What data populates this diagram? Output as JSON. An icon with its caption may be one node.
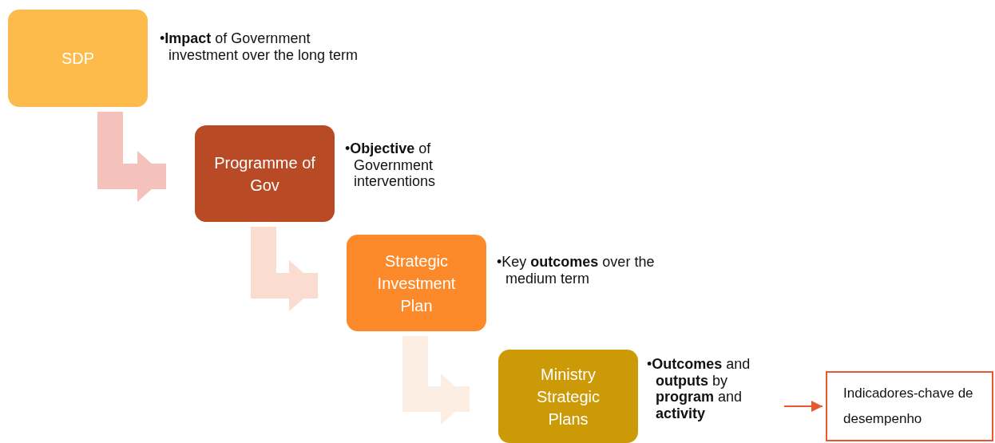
{
  "diagram": {
    "nodes": [
      {
        "text": [
          "SDP"
        ],
        "beside": [
          "•**Impact** of Government investment over the long term"
        ]
      },
      {
        "text": [
          "Programme of Gov"
        ],
        "beside": [
          "•**Objective** of Government interventions"
        ]
      },
      {
        "text": [
          "Strategic Investment Plan"
        ],
        "beside": [
          "•Key **outcomes** over the medium term"
        ]
      },
      {
        "text": [
          "Ministry Strategic Plans"
        ],
        "beside": [
          "•**Outcomes** and **outputs** by **program** and **activity**"
        ]
      },
      {
        "text": [
          "Indicadores-chave de desempenho"
        ]
      }
    ],
    "edges": [
      {
        "from": 0,
        "to": 1,
        "arrow": "to",
        "color": "#f4c2bb"
      },
      {
        "from": 1,
        "to": 2,
        "arrow": "to",
        "color": "#fbdcd0"
      },
      {
        "from": 2,
        "to": 3,
        "arrow": "to",
        "color": "#fdeee3"
      },
      {
        "from": 3,
        "to": 4,
        "arrow": "to",
        "color": "#e8582e"
      }
    ]
  }
}
